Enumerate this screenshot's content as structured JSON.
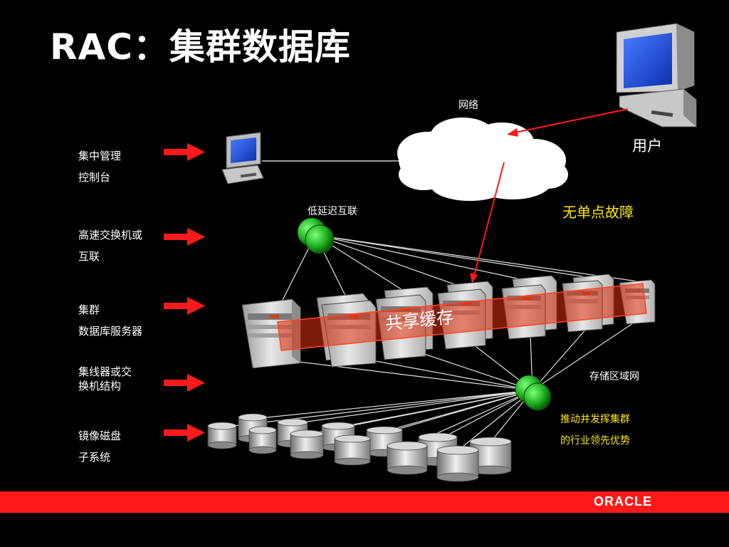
{
  "title": "RAC：集群数据库",
  "left_labels": [
    {
      "line1": "集中管理",
      "line2": "控制台"
    },
    {
      "line1": "高速交换机或",
      "line2": "互联"
    },
    {
      "line1": "集群",
      "line2": "数据库服务器"
    },
    {
      "line1": "集线器或交",
      "line2": "换机结构"
    },
    {
      "line1": "镜像磁盘",
      "line2": "子系统"
    }
  ],
  "network_label": "网络",
  "user_label": "用户",
  "no_spof_label": "无单点故障",
  "low_latency_label": "低延迟互联",
  "shared_cache_label": "共享缓存",
  "san_label": "存储区域网",
  "promo_line1": "推动并发挥集群",
  "promo_line2": "的行业领先优势",
  "brand": "ORACLE",
  "colors": {
    "accent_red": "#ff1a1a",
    "highlight_yellow": "#ffe800",
    "node_green": "#22b422"
  }
}
